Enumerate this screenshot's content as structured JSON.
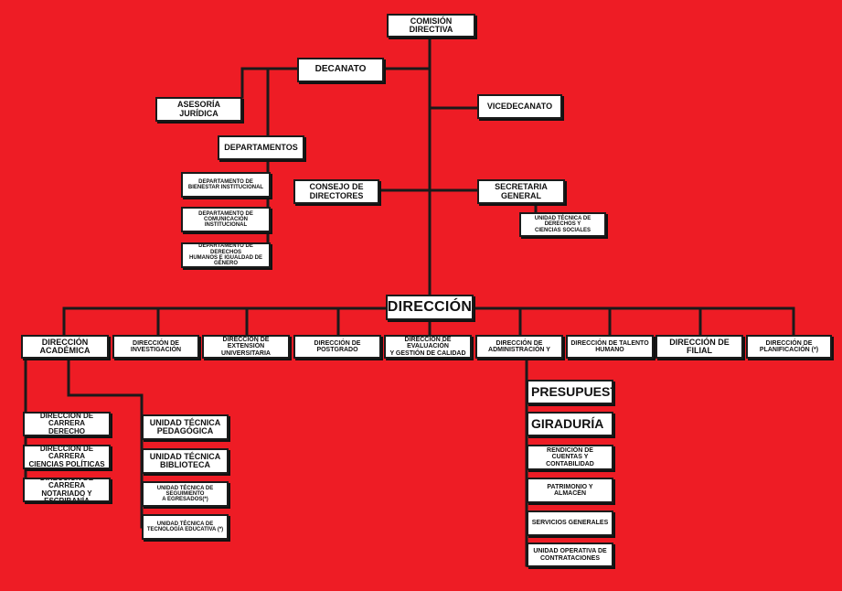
{
  "chart": {
    "comision": "COMISIÓN DIRECTIVA",
    "decanato": "DECANATO",
    "vicedecanato": "VICEDECANATO",
    "asesoria": "ASESORÍA JURÍDICA",
    "departamentos": "DEPARTAMENTOS",
    "dept_bienestar": "DEPARTAMENTO DE\nBIENESTAR INSTITUCIONAL",
    "dept_comunicacion": "DEPARTAMENTO DE COMUNICACIÓN\nINSTITUCIONAL",
    "dept_ddhh": "DEPARTAMENTO DE DERECHOS\nHUMANOS E IGUALDAD DE GÉNERO",
    "consejo": "CONSEJO DE DIRECTORES",
    "secretaria": "SECRETARIA GENERAL",
    "unidad_ddhh": "UNIDAD TÉCNICA DE DERECHOS Y\nCIENCIAS SOCIALES",
    "direccion": "DIRECCIÓN",
    "dir_academica": "DIRECCIÓN ACADÉMICA",
    "dir_investigacion": "DIRECCIÓN DE\nINVESTIGACIÓN",
    "dir_extension": "DIRECCIÓN DE EXTENSIÓN\nUNIVERSITARIA",
    "dir_postgrado": "DIRECCIÓN DE POSTGRADO",
    "dir_evaluacion": "DIRECCIÓN DE EVALUACIÓN\nY GESTIÓN DE CALIDAD",
    "dir_administracion": "DIRECCIÓN DE\nADMINISTRACIÓN Y",
    "dir_talento": "DIRECCIÓN DE TALENTO\nHUMANO",
    "dir_filial": "DIRECCIÓN DE FILIAL",
    "dir_planificacion": "DIRECCIÓN DE\nPLANIFICACIÓN (*)",
    "carrera_derecho": "DIRECCIÓN DE CARRERA\nDERECHO",
    "carrera_politicas": "DIRECCIÓN DE CARRERA\nCIENCIAS POLÍTICAS",
    "carrera_notariado": "DIRECCIÓN DE CARRERA\nNOTARIADO Y ESCRIBANÍA",
    "ut_pedagogica": "UNIDAD TÉCNICA\nPEDAGÓGICA",
    "ut_biblioteca": "UNIDAD TÉCNICA\nBIBLIOTECA",
    "ut_seguimiento": "UNIDAD TÉCNICA DE SEGUIMIENTO\nA EGRESADOS(*)",
    "ut_tecnologia": "UNIDAD TÉCNICA DE\nTECNOLOGÍA EDUCATIVA (*)",
    "presupuesto": "PRESUPUESTO",
    "giraduria": "GIRADURÍA",
    "rendicion": "RENDICIÓN DE CUENTAS Y\nCONTABILIDAD",
    "patrimonio": "PATRIMONIO Y ALMACÉN",
    "servicios": "SERVICIOS GENERALES",
    "contrataciones": "UNIDAD OPERATIVA DE\nCONTRATACIONES"
  },
  "colors": {
    "background": "#ee1c25",
    "box": "#ffffff",
    "line": "#1a1a1a"
  }
}
